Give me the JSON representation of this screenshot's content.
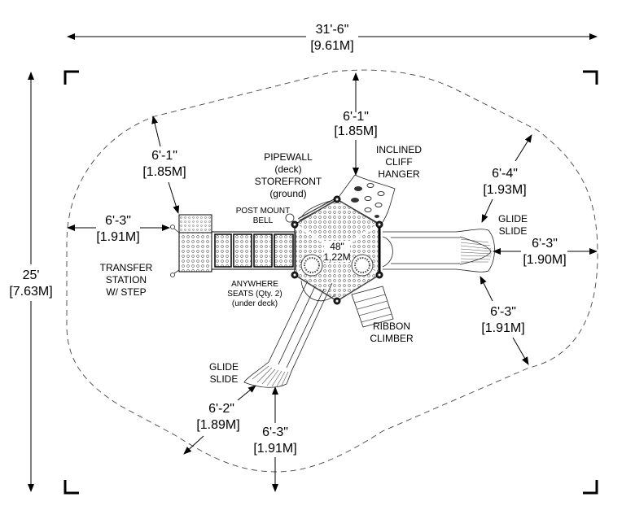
{
  "drawing": {
    "title": "Playground Layout Plan",
    "overall_width": {
      "imperial": "31'-6\"",
      "metric": "[9.61M]"
    },
    "overall_depth": {
      "imperial": "25'",
      "metric": "[7.63M]"
    },
    "clearances": [
      {
        "id": "top-center",
        "imperial": "6'-1\"",
        "metric": "[1.85M]"
      },
      {
        "id": "top-left",
        "imperial": "6'-1\"",
        "metric": "[1.85M]"
      },
      {
        "id": "left",
        "imperial": "6'-3\"",
        "metric": "[1.91M]"
      },
      {
        "id": "top-right",
        "imperial": "6'-4\"",
        "metric": "[1.93M]"
      },
      {
        "id": "right",
        "imperial": "6'-3\"",
        "metric": "[1.90M]"
      },
      {
        "id": "bottom-right",
        "imperial": "6'-3\"",
        "metric": "[1.91M]"
      },
      {
        "id": "bottom-left",
        "imperial": "6'-2\"",
        "metric": "[1.89M]"
      },
      {
        "id": "bottom-center",
        "imperial": "6'-3\"",
        "metric": "[1.91M]"
      }
    ],
    "deck_height": {
      "imperial": "48\"",
      "metric": "1,22M"
    },
    "components": {
      "pipewall": [
        "PIPEWALL",
        "(deck)",
        "STOREFRONT",
        "(ground)"
      ],
      "cliff_hanger": [
        "INCLINED",
        "CLIFF",
        "HANGER"
      ],
      "bell": [
        "POST MOUNT",
        "BELL"
      ],
      "transfer": [
        "TRANSFER",
        "STATION",
        "W/ STEP"
      ],
      "seats": [
        "ANYWHERE",
        "SEATS (Qty. 2)",
        "(under deck)"
      ],
      "glide_right": [
        "GLIDE",
        "SLIDE"
      ],
      "glide_bottom": [
        "GLIDE",
        "SLIDE"
      ],
      "ribbon": [
        "RIBBON",
        "CLIMBER"
      ]
    }
  }
}
